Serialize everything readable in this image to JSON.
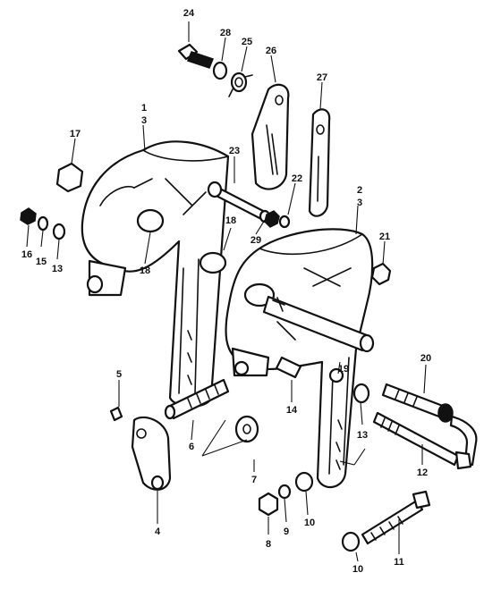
{
  "labels": {
    "p1": "1",
    "p2": "2",
    "p3a": "3",
    "p3b": "3",
    "p4": "4",
    "p5": "5",
    "p6": "6",
    "p7": "7",
    "p8": "8",
    "p9": "9",
    "p10a": "10",
    "p10b": "10",
    "p11": "11",
    "p12": "12",
    "p13a": "13",
    "p13b": "13",
    "p14": "14",
    "p15": "15",
    "p16": "16",
    "p17": "17",
    "p18a": "18",
    "p18b": "18",
    "p19": "19",
    "p20": "20",
    "p21": "21",
    "p22": "22",
    "p23": "23",
    "p24": "24",
    "p25": "25",
    "p26": "26",
    "p27": "27",
    "p28": "28",
    "p29": "29"
  }
}
